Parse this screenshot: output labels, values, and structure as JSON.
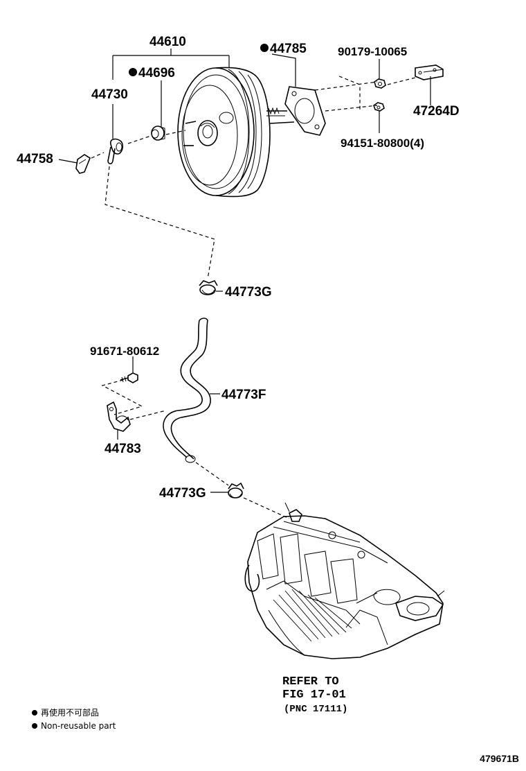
{
  "labels": {
    "booster_assy": "44610",
    "check_valve": "44730",
    "grommet": "44696",
    "gasket": "44785",
    "nut_90179": "90179-10065",
    "bracket": "47264D",
    "nut_94151": "94151-80800(4)",
    "clip_44758": "44758",
    "clamp_upper": "44773G",
    "hose": "44773F",
    "bolt": "91671-80612",
    "clamp_bracket": "44783",
    "clamp_lower": "44773G"
  },
  "refer": {
    "line1": "REFER TO",
    "line2": "FIG 17-01",
    "line3": "(PNC 17111)"
  },
  "legend": {
    "cn": "再使用不可部品",
    "en": "Non-reusable part"
  },
  "figure_id": "479671B"
}
